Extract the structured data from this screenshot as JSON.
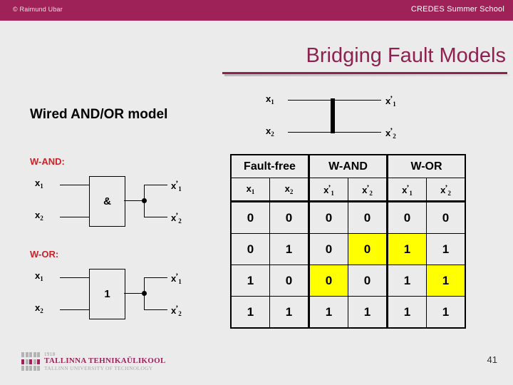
{
  "header": {
    "copyright": "© Raimund Ubar",
    "event": "CREDES Summer School"
  },
  "title": "Bridging Fault Models",
  "section_heading": "Wired AND/OR model",
  "bridge_diagram": {
    "input_1": "x",
    "input_1_sub": "1",
    "input_2": "x",
    "input_2_sub": "2",
    "output_1": "x",
    "output_1_prime": "’",
    "output_1_sub": "1",
    "output_2": "x",
    "output_2_prime": "’",
    "output_2_sub": "2"
  },
  "wand": {
    "label": "W-AND:",
    "gate_symbol": "&",
    "in_1": "x",
    "in_1_sub": "1",
    "in_2": "x",
    "in_2_sub": "2",
    "out_1": "x",
    "out_1_prime": "’",
    "out_1_sub": "1",
    "out_2": "x",
    "out_2_prime": "’",
    "out_2_sub": "2"
  },
  "wor": {
    "label": "W-OR:",
    "gate_symbol": "1",
    "in_1": "x",
    "in_1_sub": "1",
    "in_2": "x",
    "in_2_sub": "2",
    "out_1": "x",
    "out_1_prime": "’",
    "out_1_sub": "1",
    "out_2": "x",
    "out_2_prime": "’",
    "out_2_sub": "2"
  },
  "truth_table": {
    "group_headers": [
      "Fault-free",
      "W-AND",
      "W-OR"
    ],
    "column_headers": [
      {
        "base": "x",
        "prime": "",
        "sub": "1"
      },
      {
        "base": "x",
        "prime": "",
        "sub": "2"
      },
      {
        "base": "x",
        "prime": "’",
        "sub": "1"
      },
      {
        "base": "x",
        "prime": "’",
        "sub": "2"
      },
      {
        "base": "x",
        "prime": "’",
        "sub": "1"
      },
      {
        "base": "x",
        "prime": "’",
        "sub": "2"
      }
    ],
    "rows": [
      {
        "values": [
          "0",
          "0",
          "0",
          "0",
          "0",
          "0"
        ],
        "highlight": [
          false,
          false,
          false,
          false,
          false,
          false
        ]
      },
      {
        "values": [
          "0",
          "1",
          "0",
          "0",
          "1",
          "1"
        ],
        "highlight": [
          false,
          false,
          false,
          true,
          true,
          false
        ]
      },
      {
        "values": [
          "1",
          "0",
          "0",
          "0",
          "1",
          "1"
        ],
        "highlight": [
          false,
          false,
          true,
          false,
          false,
          true
        ]
      },
      {
        "values": [
          "1",
          "1",
          "1",
          "1",
          "1",
          "1"
        ],
        "highlight": [
          false,
          false,
          false,
          false,
          false,
          false
        ]
      }
    ],
    "highlight_color": "#ffff00"
  },
  "footer": {
    "logo_year": "1918",
    "logo_main": "TALLINNA TEHNIKAÜLIKOOL",
    "logo_sub": "TALLINN UNIVERSITY OF TECHNOLOGY",
    "page_number": "41"
  },
  "colors": {
    "header_bar": "#9e2257",
    "title": "#8e2150",
    "red_label": "#cc2127",
    "background": "#ebebeb"
  }
}
